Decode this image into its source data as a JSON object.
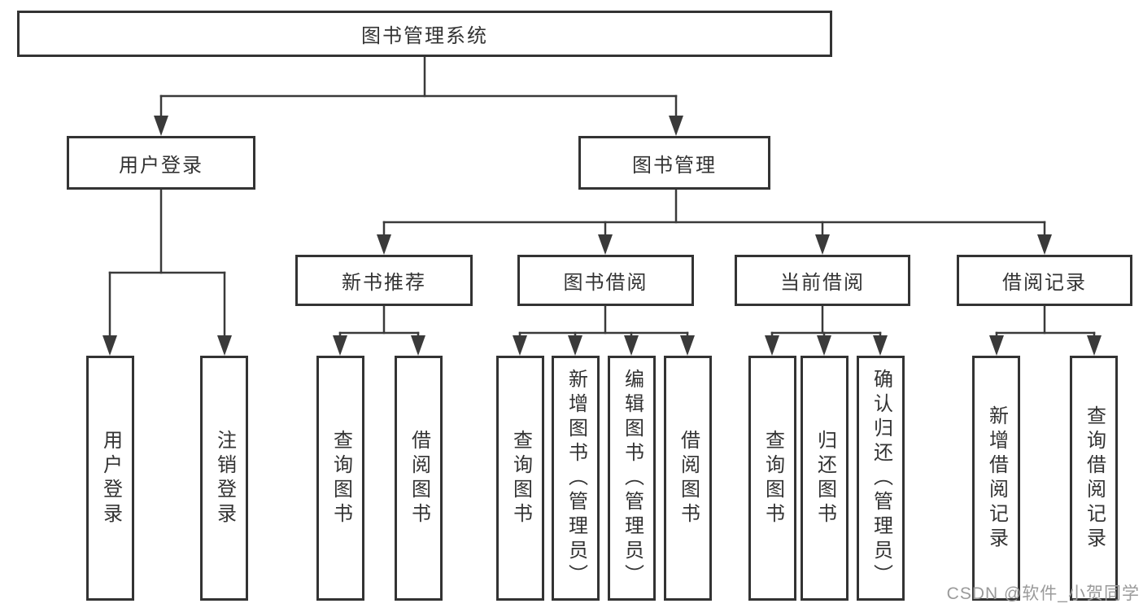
{
  "tree": {
    "root": {
      "label": "图书管理系统",
      "children": [
        {
          "label": "用户登录",
          "children": [
            {
              "label": "用户登录"
            },
            {
              "label": "注销登录"
            }
          ]
        },
        {
          "label": "图书管理",
          "children": [
            {
              "label": "新书推荐",
              "children": [
                {
                  "label": "查询图书"
                },
                {
                  "label": "借阅图书"
                }
              ]
            },
            {
              "label": "图书借阅",
              "children": [
                {
                  "label": "查询图书"
                },
                {
                  "label": "新增图书（管理员）"
                },
                {
                  "label": "编辑图书（管理员）"
                },
                {
                  "label": "借阅图书"
                }
              ]
            },
            {
              "label": "当前借阅",
              "children": [
                {
                  "label": "查询图书"
                },
                {
                  "label": "归还图书"
                },
                {
                  "label": "确认归还（管理员）"
                }
              ]
            },
            {
              "label": "借阅记录",
              "children": [
                {
                  "label": "新增借阅记录"
                },
                {
                  "label": "查询借阅记录"
                }
              ]
            }
          ]
        }
      ]
    }
  },
  "watermark": {
    "text": "CSDN @软件_小贺同学"
  },
  "colors": {
    "line": "#3a3a3a",
    "box_border": "#333333",
    "box_fill": "#ffffff",
    "text": "#333333",
    "watermark": "#9a9a9a",
    "background": "#ffffff"
  }
}
